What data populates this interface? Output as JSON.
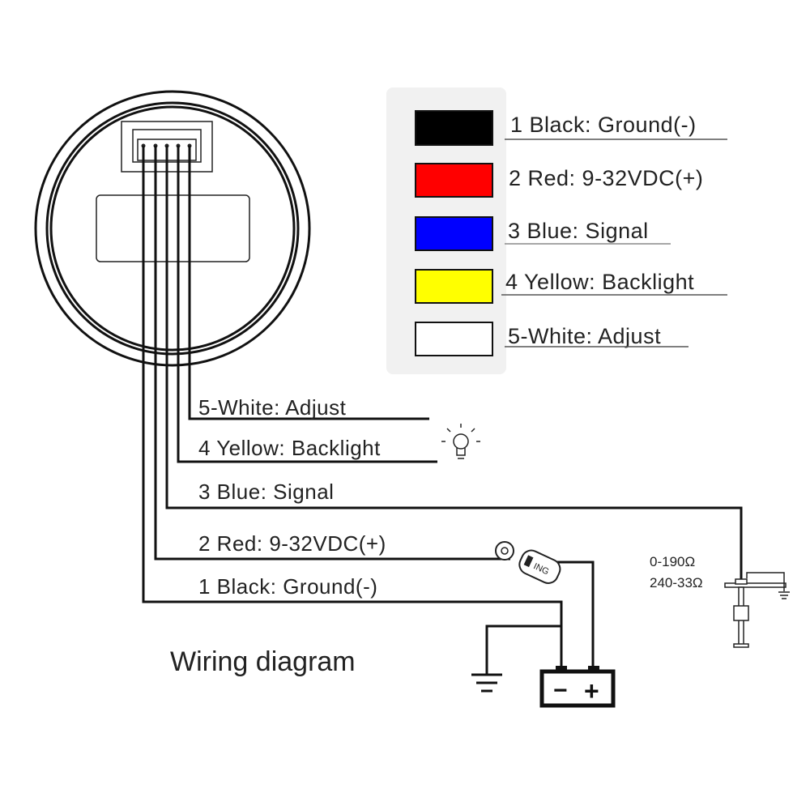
{
  "title": "Wiring diagram",
  "legend": [
    {
      "label": "1 Black: Ground(-)",
      "color": "#000000"
    },
    {
      "label": "2 Red: 9-32VDC(+)",
      "color": "#ff0000"
    },
    {
      "label": "3 Blue: Signal",
      "color": "#0000ff"
    },
    {
      "label": "4 Yellow: Backlight",
      "color": "#ffff00"
    },
    {
      "label": "5-White: Adjust",
      "color": "#ffffff"
    }
  ],
  "wires": [
    {
      "label": "5-White: Adjust"
    },
    {
      "label": "4 Yellow: Backlight"
    },
    {
      "label": "3 Blue: Signal"
    },
    {
      "label": "2 Red: 9-32VDC(+)"
    },
    {
      "label": "1 Black: Ground(-)"
    }
  ],
  "ignition_label": "ING",
  "sensor": {
    "range1": "0-190Ω",
    "range2": "240-33Ω"
  },
  "battery": {
    "minus": "−",
    "plus": "+"
  }
}
